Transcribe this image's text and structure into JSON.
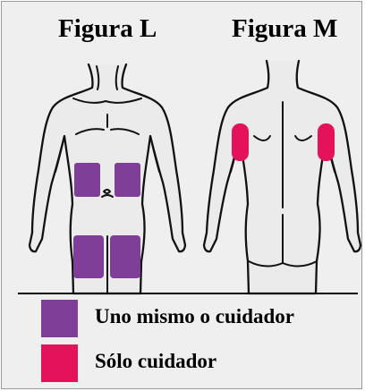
{
  "figures": {
    "left": {
      "title": "Figura L"
    },
    "right": {
      "title": "Figura M"
    }
  },
  "colors": {
    "self_or_caregiver": "#7f3f98",
    "caregiver_only": "#e4115b"
  },
  "legend": [
    {
      "label": "Uno mismo o cuidador",
      "color": "#7f3f98"
    },
    {
      "label": "Sólo cuidador",
      "color": "#e4115b"
    }
  ]
}
